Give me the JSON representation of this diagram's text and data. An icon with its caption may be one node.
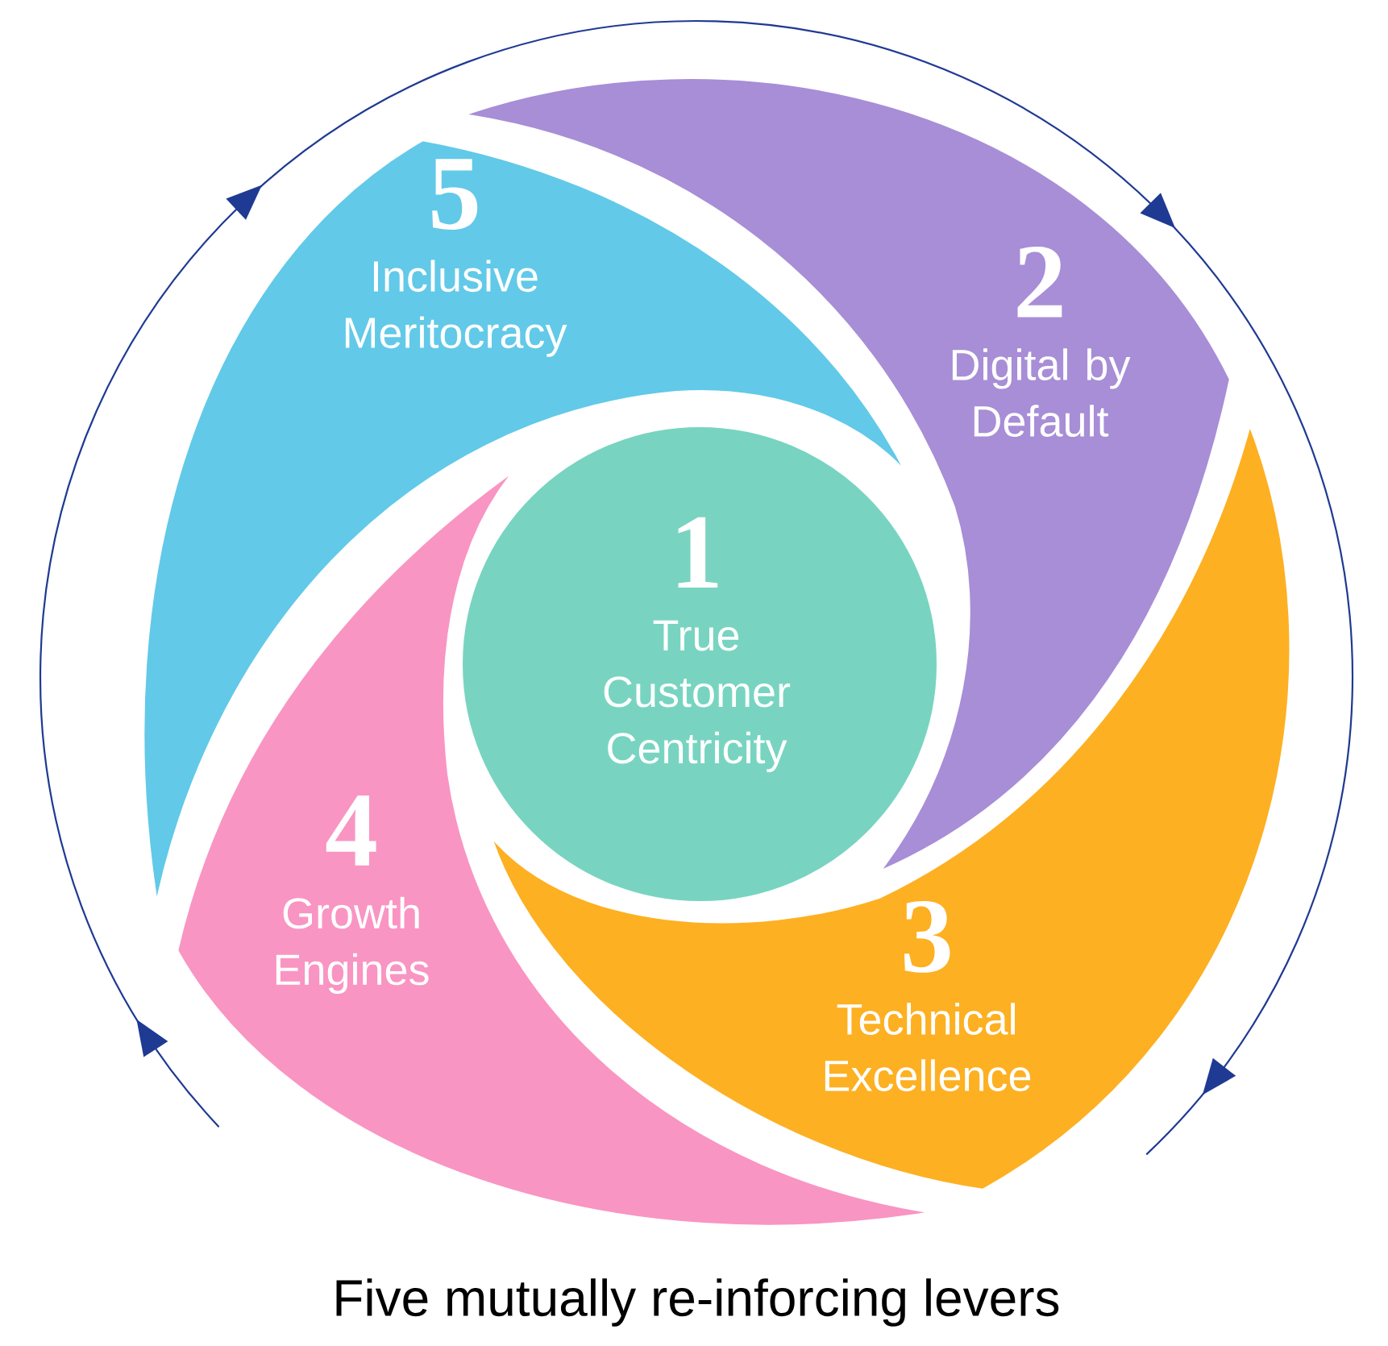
{
  "diagram": {
    "caption": "Five mutually re-inforcing levers",
    "nodes": [
      {
        "text": [
          "1",
          "True Customer Centricity"
        ]
      },
      {
        "text": [
          "2",
          "Digital by Default"
        ]
      },
      {
        "text": [
          "3",
          "Technical Excellence"
        ]
      },
      {
        "text": [
          "4",
          "Growth Engines"
        ]
      },
      {
        "text": [
          "5",
          "Inclusive Meritocracy"
        ]
      }
    ]
  }
}
